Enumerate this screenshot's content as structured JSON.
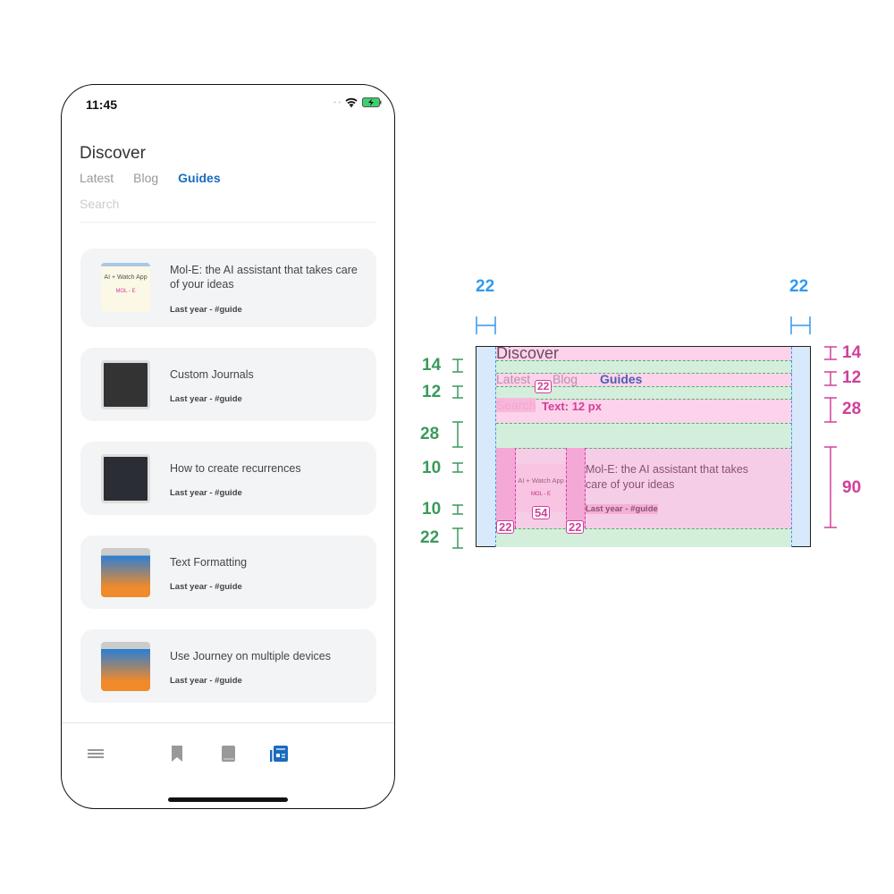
{
  "status": {
    "time": "11:45"
  },
  "header": {
    "title": "Discover",
    "tabs": [
      {
        "label": "Latest"
      },
      {
        "label": "Blog"
      },
      {
        "label": "Guides",
        "active": true
      }
    ],
    "search_placeholder": "Search"
  },
  "cards": [
    {
      "title": "Mol-E: the AI assistant that takes care of your ideas",
      "meta": "Last year - #guide",
      "thumb_text": "AI + Watch App",
      "thumb_brand": "MOL - E"
    },
    {
      "title": "Custom Journals",
      "meta": "Last year - #guide"
    },
    {
      "title": "How to create recurrences",
      "meta": "Last year - #guide"
    },
    {
      "title": "Text Formatting",
      "meta": "Last year - #guide"
    },
    {
      "title": "Use Journey on multiple devices",
      "meta": "Last year - #guide"
    }
  ],
  "tabbar": [
    "menu-icon",
    "bookmark-icon",
    "book-icon",
    "newspaper-icon"
  ],
  "colors": {
    "accent": "#1a6bbf",
    "green": "#3a9a5c",
    "magenta": "#d0409a",
    "blue": "#3399ee"
  },
  "spec": {
    "title": "Discover",
    "tabs": [
      "Latest",
      "Blog",
      "Guides"
    ],
    "search": "Search",
    "text_size": "Text: 12 px",
    "card_title": "Mol-E: the AI assistant that takes care of your ideas",
    "card_meta": "Last year - #guide",
    "thumb_text": "AI + Watch App",
    "thumb_brand": "MOL - E",
    "tab_gap": "22",
    "thumb_size": "54",
    "pad_left": "22",
    "pad_mid": "22",
    "side_left": "22",
    "side_right": "22",
    "left": [
      "14",
      "12",
      "28",
      "10",
      "10",
      "22"
    ],
    "right": [
      "14",
      "12",
      "28",
      "90"
    ]
  }
}
